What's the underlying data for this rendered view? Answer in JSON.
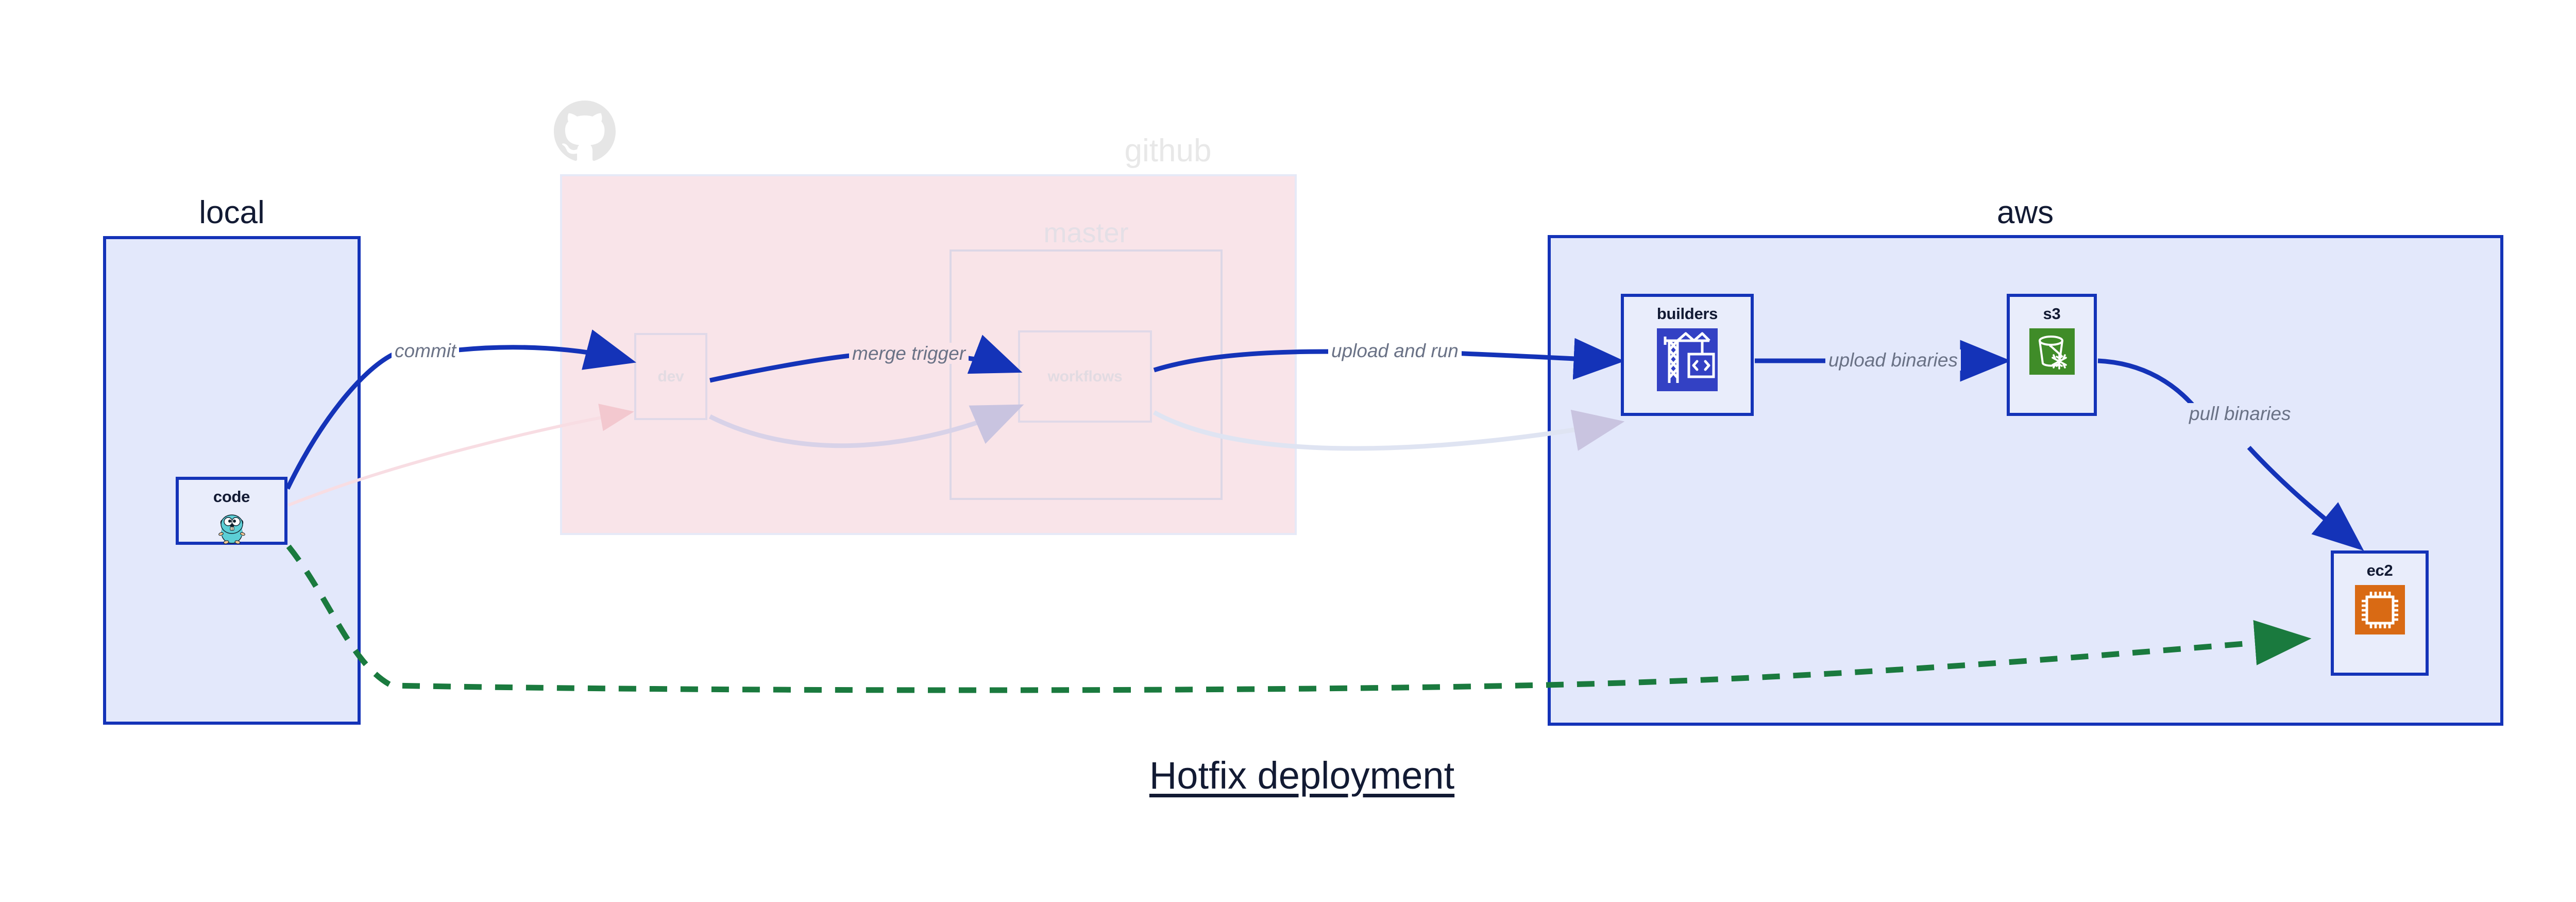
{
  "diagram": {
    "title": "Hotfix deployment",
    "accent_blue": "#1433b8",
    "accent_green": "#1a7a3e",
    "group_fill_blue": "#e3e8fb",
    "group_fill_pink": "#f9e4e9",
    "node_fill": "#e9edfb",
    "label_text_color": "#6a7286",
    "faded_text_color": "#e2dbe2"
  },
  "groups": [
    {
      "id": "local",
      "label": "local"
    },
    {
      "id": "github",
      "label": "github"
    },
    {
      "id": "master",
      "label": "master"
    },
    {
      "id": "aws",
      "label": "aws"
    }
  ],
  "nodes": [
    {
      "id": "code",
      "label": "code",
      "icon": "go-gopher-icon",
      "state": "active"
    },
    {
      "id": "dev",
      "label": "dev",
      "icon": "none",
      "state": "faded"
    },
    {
      "id": "workflows",
      "label": "workflows",
      "icon": "none",
      "state": "faded"
    },
    {
      "id": "builders",
      "label": "builders",
      "icon": "aws-codebuild-icon",
      "state": "active"
    },
    {
      "id": "s3",
      "label": "s3",
      "icon": "aws-s3-glacier-icon",
      "state": "active"
    },
    {
      "id": "ec2",
      "label": "ec2",
      "icon": "aws-ec2-chip-icon",
      "state": "active"
    }
  ],
  "edges": [
    {
      "id": "commit",
      "label": "commit",
      "from": "code",
      "to": "dev",
      "style": "solid",
      "color": "#1433b8"
    },
    {
      "id": "merge-trigger",
      "label": "merge trigger",
      "from": "dev",
      "to": "workflows",
      "style": "solid",
      "color": "#1433b8"
    },
    {
      "id": "upload-and-run",
      "label": "upload and run",
      "from": "workflows",
      "to": "builders",
      "style": "solid",
      "color": "#1433b8"
    },
    {
      "id": "upload-binaries",
      "label": "upload binaries",
      "from": "builders",
      "to": "s3",
      "style": "solid",
      "color": "#1433b8"
    },
    {
      "id": "pull-binaries",
      "label": "pull binaries",
      "from": "s3",
      "to": "ec2",
      "style": "solid",
      "color": "#1433b8"
    },
    {
      "id": "hotfix-direct",
      "label": "",
      "from": "code",
      "to": "ec2",
      "style": "dashed",
      "color": "#1a7a3e"
    }
  ]
}
